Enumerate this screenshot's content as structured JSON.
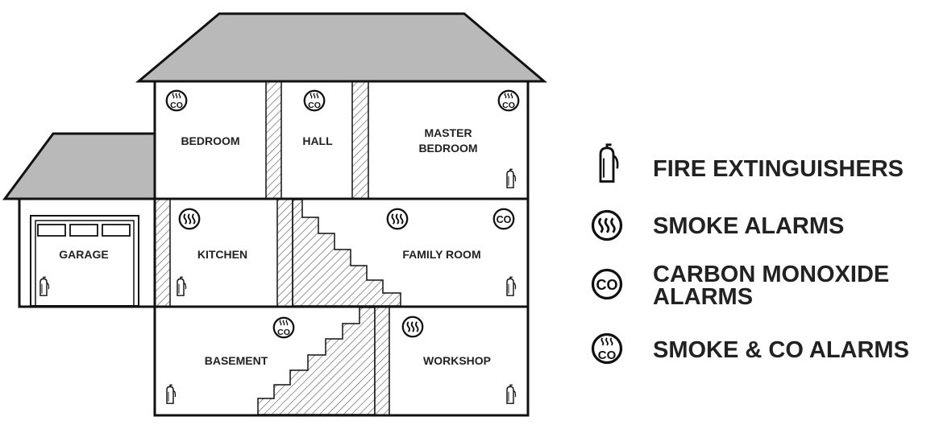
{
  "rooms": {
    "bedroom": "BEDROOM",
    "hall": "HALL",
    "master_bedroom_line1": "MASTER",
    "master_bedroom_line2": "BEDROOM",
    "garage": "GARAGE",
    "kitchen": "KITCHEN",
    "family_room": "FAMILY ROOM",
    "basement": "BASEMENT",
    "workshop": "WORKSHOP"
  },
  "legend": {
    "fire_extinguishers": "FIRE EXTINGUISHERS",
    "smoke_alarms": "SMOKE ALARMS",
    "co_alarms_line1": "CARBON MONOXIDE",
    "co_alarms_line2": "ALARMS",
    "smoke_co_alarms": "SMOKE & CO ALARMS"
  },
  "icon_text": {
    "co": "CO"
  },
  "colors": {
    "roof": "#b9b9b9",
    "outline": "#111111",
    "hatch": "#666666",
    "background": "#ffffff"
  },
  "icons": {
    "fire_extinguisher": "fire-extinguisher-icon",
    "smoke_alarm": "smoke-alarm-icon",
    "co_alarm": "co-alarm-icon",
    "smoke_co_alarm": "smoke-co-alarm-icon"
  }
}
